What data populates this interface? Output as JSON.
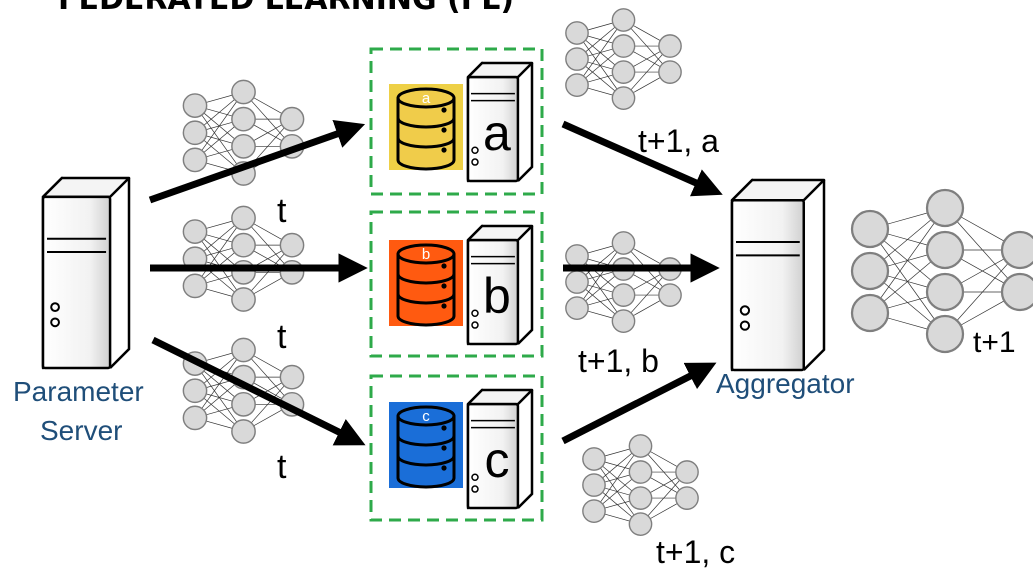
{
  "title": "FEDERATED LEARNING (FL)",
  "parameter_server": {
    "label_line1": "Parameter",
    "label_line2": "Server"
  },
  "aggregator": {
    "label": "Aggregator"
  },
  "clients": [
    {
      "id": "a",
      "db_label": "a",
      "server_label": "a",
      "db_color": "#f0cc4a",
      "db_bg": "#eed046",
      "out_label": "t+1, a"
    },
    {
      "id": "b",
      "db_label": "b",
      "server_label": "b",
      "db_color": "#ff5a10",
      "db_bg": "#ff5a10",
      "out_label": "t+1, b"
    },
    {
      "id": "c",
      "db_label": "c",
      "server_label": "c",
      "db_color": "#1a6ed8",
      "db_bg": "#1a6ed8",
      "out_label": "t+1, c"
    }
  ],
  "broadcast_labels": [
    "t",
    "t",
    "t"
  ],
  "global_model_label": "t+1",
  "colors": {
    "label_blue": "#1f4e79",
    "dashed_green": "#2eaa4a",
    "node_fill": "#d9d9d9",
    "node_stroke": "#7f7f7f"
  },
  "icons": [
    "server-icon",
    "database-icon",
    "neural-network-icon",
    "arrow-icon"
  ]
}
